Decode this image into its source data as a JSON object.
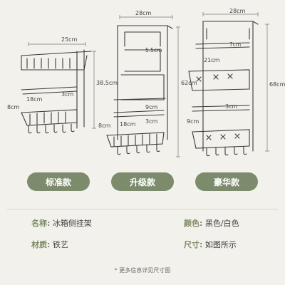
{
  "products": [
    {
      "name": "标准款",
      "dims": {
        "width": "25cm",
        "height": "38.5cm",
        "bar_width": "18cm",
        "depth": "8cm",
        "gap": "3cm"
      }
    },
    {
      "name": "升级款",
      "dims": {
        "width": "28cm",
        "height": "62cm",
        "hook": "5.5cm",
        "depth_mid": "9cm",
        "gap": "3cm",
        "bar_width": "18cm",
        "depth": "8cm"
      }
    },
    {
      "name": "豪华款",
      "dims": {
        "width": "28cm",
        "height": "68cm",
        "hook": "7cm",
        "bar_width": "21cm",
        "gap": "3cm",
        "depth": "9cm"
      }
    }
  ],
  "specs": {
    "name_label": "名称:",
    "name_value": "冰箱侧挂架",
    "color_label": "颜色:",
    "color_value": "黑色/白色",
    "material_label": "材质:",
    "material_value": "铁艺",
    "size_label": "尺寸:",
    "size_value": "如图所示"
  },
  "note": "* 更多信息详见尺寸图",
  "colors": {
    "accent": "#7d8b6d",
    "label": "#7a8a62",
    "background": "#f3f1ec"
  }
}
